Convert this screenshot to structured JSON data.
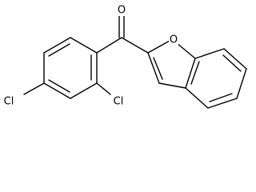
{
  "molecule": {
    "atoms": {
      "carbonyl_oxygen": "O",
      "furan_oxygen": "O",
      "chlorine_para": "Cl",
      "chlorine_ortho": "Cl"
    },
    "colors": {
      "bond": "#000000",
      "label": "#000000",
      "background": "#ffffff"
    }
  }
}
